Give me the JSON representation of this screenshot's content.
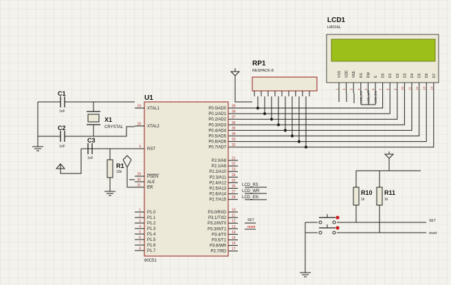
{
  "colors": {
    "background": "#f3f2ec",
    "grid": "#d6d4c6",
    "wire": "#1d1d1d",
    "part_outline": "#9c2a2a",
    "part_fill": "#ece9d8",
    "lcd_screen": "#9cbf1a",
    "pin_number": "#b03030",
    "red_label": "#cc0000"
  },
  "mcu": {
    "ref": "U1",
    "type": "80C51",
    "left_pins": [
      {
        "num": "19",
        "name": "XTAL1"
      },
      {
        "num": "18",
        "name": "XTAL2"
      },
      {
        "num": "9",
        "name": "RST"
      },
      {
        "num": "29",
        "name": "PSEN"
      },
      {
        "num": "30",
        "name": "ALE"
      },
      {
        "num": "31",
        "name": "EA"
      },
      {
        "num": "1",
        "name": "P1.0"
      },
      {
        "num": "2",
        "name": "P1.1"
      },
      {
        "num": "3",
        "name": "P1.2"
      },
      {
        "num": "4",
        "name": "P1.3"
      },
      {
        "num": "5",
        "name": "P1.4"
      },
      {
        "num": "6",
        "name": "P1.5"
      },
      {
        "num": "7",
        "name": "P1.6"
      },
      {
        "num": "8",
        "name": "P1.7"
      }
    ],
    "right_pins": [
      {
        "num": "39",
        "name": "P0.0/AD0"
      },
      {
        "num": "38",
        "name": "P0.1/AD1"
      },
      {
        "num": "37",
        "name": "P0.2/AD2"
      },
      {
        "num": "36",
        "name": "P0.3/AD3"
      },
      {
        "num": "35",
        "name": "P0.4/AD4"
      },
      {
        "num": "34",
        "name": "P0.5/AD5"
      },
      {
        "num": "33",
        "name": "P0.6/AD6"
      },
      {
        "num": "32",
        "name": "P0.7/AD7"
      },
      {
        "num": "21",
        "name": "P2.0/A8"
      },
      {
        "num": "22",
        "name": "P2.1/A9"
      },
      {
        "num": "23",
        "name": "P2.2/A10"
      },
      {
        "num": "24",
        "name": "P2.3/A11"
      },
      {
        "num": "25",
        "name": "P2.4/A12"
      },
      {
        "num": "26",
        "name": "P2.5/A13"
      },
      {
        "num": "27",
        "name": "P2.6/A14"
      },
      {
        "num": "28",
        "name": "P2.7/A15"
      },
      {
        "num": "10",
        "name": "P3.0/RXD"
      },
      {
        "num": "11",
        "name": "P3.1/TXD"
      },
      {
        "num": "12",
        "name": "P3.2/INT0"
      },
      {
        "num": "13",
        "name": "P3.3/INT1"
      },
      {
        "num": "14",
        "name": "P3.4/T0"
      },
      {
        "num": "15",
        "name": "P3.5/T1"
      },
      {
        "num": "16",
        "name": "P3.6/WR"
      },
      {
        "num": "17",
        "name": "P3.7/RD"
      }
    ]
  },
  "rp1": {
    "ref": "RP1",
    "type": "RESPACK-8"
  },
  "lcd": {
    "ref": "LCD1",
    "type": "LM016L",
    "pins": [
      {
        "num": "1",
        "name": "VSS"
      },
      {
        "num": "2",
        "name": "VDD"
      },
      {
        "num": "3",
        "name": "VEE"
      },
      {
        "num": "4",
        "name": "RS"
      },
      {
        "num": "5",
        "name": "RW"
      },
      {
        "num": "6",
        "name": "E"
      },
      {
        "num": "7",
        "name": "D0"
      },
      {
        "num": "8",
        "name": "D1"
      },
      {
        "num": "9",
        "name": "D2"
      },
      {
        "num": "10",
        "name": "D3"
      },
      {
        "num": "11",
        "name": "D4"
      },
      {
        "num": "12",
        "name": "D5"
      },
      {
        "num": "13",
        "name": "D6"
      },
      {
        "num": "14",
        "name": "D7"
      }
    ],
    "control_net_labels": [
      "LCD_RS",
      "LCD_WR",
      "LCD_EN"
    ]
  },
  "components": {
    "c1": {
      "ref": "C1",
      "value": "1nF"
    },
    "c2": {
      "ref": "C2",
      "value": "1nF"
    },
    "c3": {
      "ref": "C3",
      "value": "1nF"
    },
    "x1": {
      "ref": "X1",
      "value": "CRYSTAL"
    },
    "r1": {
      "ref": "R1",
      "value": "10k"
    },
    "r10": {
      "ref": "R10",
      "value": "1k"
    },
    "r11": {
      "ref": "R11",
      "value": "1k"
    }
  },
  "nets": {
    "lcd_rs": "LCD_RS",
    "lcd_wr": "LCD_WR",
    "lcd_en": "LCD_EN",
    "set": "SET",
    "reset": "reset"
  }
}
